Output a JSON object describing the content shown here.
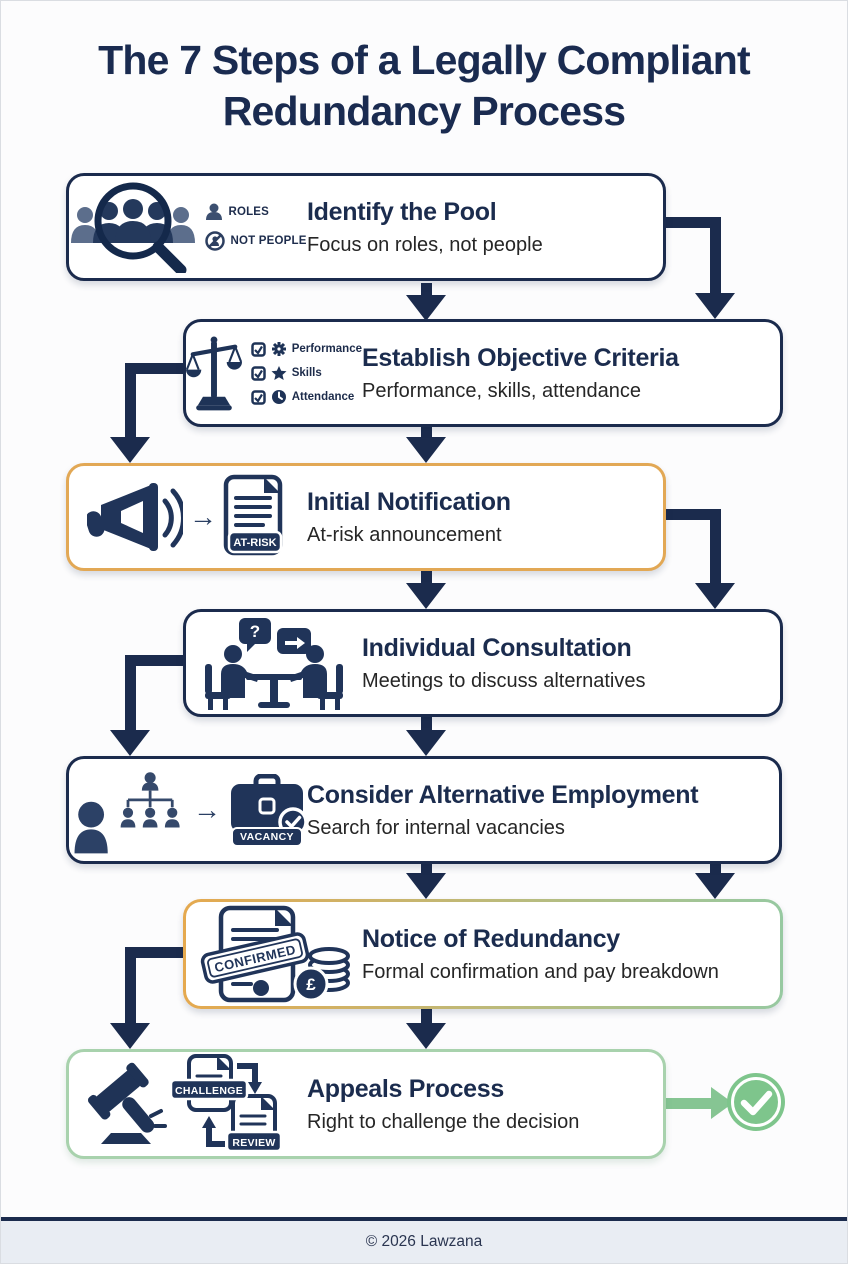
{
  "title": {
    "line1": "The 7 Steps of a Legally Compliant",
    "line2": "Redundancy Process"
  },
  "steps": [
    {
      "title": "Identify the Pool",
      "subtitle": "Focus on roles, not people",
      "icon_labels": {
        "roles": "ROLES",
        "not_people": "NOT PEOPLE"
      }
    },
    {
      "title": "Establish Objective Criteria",
      "subtitle": "Performance, skills, attendance",
      "icon_labels": {
        "performance": "Performance",
        "skills": "Skills",
        "attendance": "Attendance"
      }
    },
    {
      "title": "Initial Notification",
      "subtitle": "At-risk announcement",
      "icon_labels": {
        "badge": "AT-RISK",
        "arrow": "→"
      }
    },
    {
      "title": "Individual Consultation",
      "subtitle": "Meetings to discuss alternatives",
      "icon_labels": {
        "question": "?"
      }
    },
    {
      "title": "Consider Alternative Employment",
      "subtitle": "Search for internal vacancies",
      "icon_labels": {
        "badge": "VACANCY",
        "arrow": "→"
      }
    },
    {
      "title": "Notice of Redundancy",
      "subtitle": "Formal confirmation and pay breakdown",
      "icon_labels": {
        "stamp": "CONFIRMED",
        "currency": "£"
      }
    },
    {
      "title": "Appeals Process",
      "subtitle": "Right to challenge the decision",
      "icon_labels": {
        "challenge": "CHALLENGE",
        "review": "REVIEW"
      }
    }
  ],
  "footer": {
    "copyright": "© 2026 Lawzana"
  },
  "colors": {
    "navy": "#1b2b4d",
    "icon_ink": "#203459",
    "accent_orange": "#e2a855",
    "accent_green": "#a8d2ad",
    "success_green": "#7ec58c",
    "footer_bg": "#e9edf3"
  }
}
